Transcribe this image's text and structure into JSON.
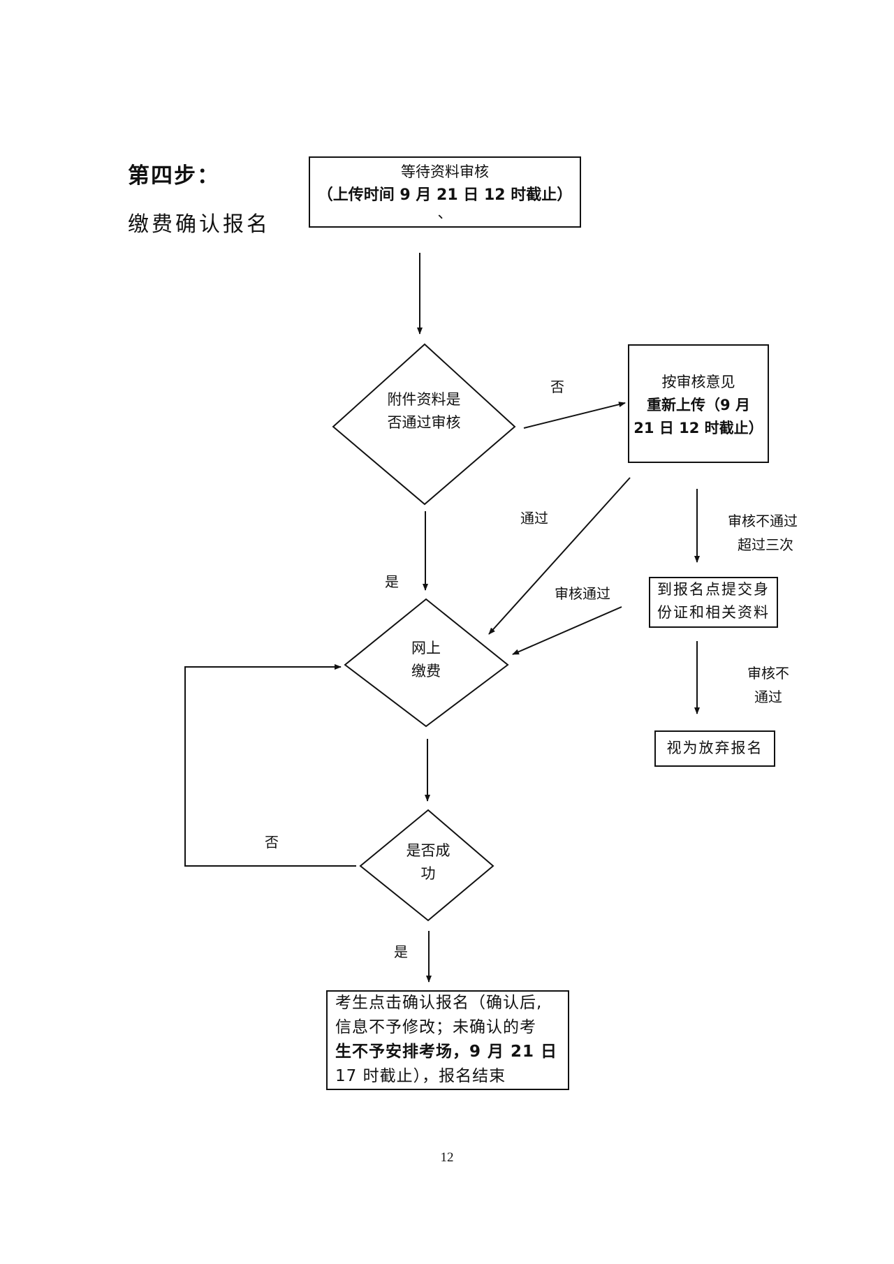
{
  "heading": {
    "step": "第四步：",
    "subtitle": "缴费确认报名"
  },
  "nodes": {
    "wait_review": {
      "line1": "等待资料审核",
      "line2": "（上传时间 9 月 21 日 12 时截止）",
      "line3": "、"
    },
    "review_passed": {
      "line1": "附件资料是",
      "line2": "否通过审核"
    },
    "reupload": {
      "line1": "按审核意见",
      "line2": "重新上传（9 月",
      "line3": "21 日 12 时截止）"
    },
    "onsite_submit": {
      "line1": "到报名点提交身",
      "line2": "份证和相关资料"
    },
    "abandon": {
      "line1": "视为放弃报名"
    },
    "pay_online": {
      "line1": "网上",
      "line2": "缴费"
    },
    "success": {
      "line1": "是否成",
      "line2": "功"
    },
    "confirm": {
      "line1": "考生点击确认报名（确认后,",
      "line2": "信息不予修改；未确认的考",
      "line3": "生不予安排考场，9 月 21 日",
      "line4": "17 时截止），报名结束"
    }
  },
  "edge_labels": {
    "no_1": "否",
    "pass": "通过",
    "fail_three_1": "审核不通过",
    "fail_three_2": "超过三次",
    "yes_1": "是",
    "review_pass": "审核通过",
    "fail_1": "审核不",
    "fail_2": "通过",
    "no_2": "否",
    "yes_2": "是"
  },
  "page_number": "12"
}
